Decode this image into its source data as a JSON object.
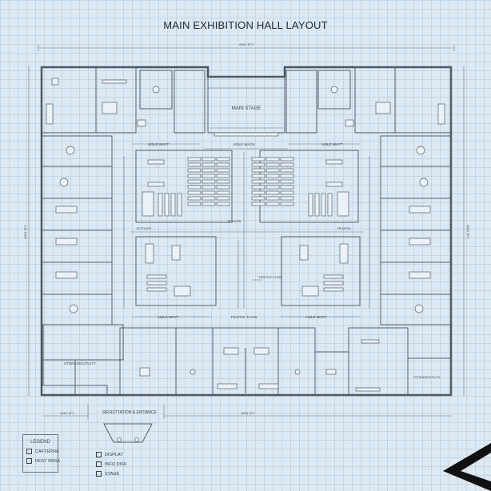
{
  "title": "MAIN EXHIBITION HALL LAYOUT",
  "dimensions": {
    "top": "6001 1FY",
    "left": "6001 1FY",
    "right": "6001 1FY",
    "bottom_left": "4001 1FY",
    "bottom_right": "4001 1FY"
  },
  "rooms": {
    "stage": "MAIN STAGE",
    "storage_left": "STORAGE/UTILITY",
    "storage_right": "STORAGE/UTILITY",
    "entrance": "REGISTTATION & ENTIANCE"
  },
  "aisles": {
    "top_left": "AISLE WAYT",
    "top_center": "AISLE WAGE",
    "top_right": "AISLE WAYT",
    "bottom_left": "AISLE WAYT",
    "bottom_center": "TRAFFIC FLOW",
    "bottom_right": "AISLE WAYT",
    "center_arrow": "TRAFFIC FLOW",
    "left_mid": "DCTOURS",
    "right_mid": "FRIKRON",
    "center_label": "ROLWON"
  },
  "legend": {
    "heading": "LEGEND",
    "items": [
      "CAFTERNA",
      "REST RBSA"
    ],
    "extra_items": [
      "DISPLAY",
      "INFO DISK",
      "STAGE"
    ]
  }
}
